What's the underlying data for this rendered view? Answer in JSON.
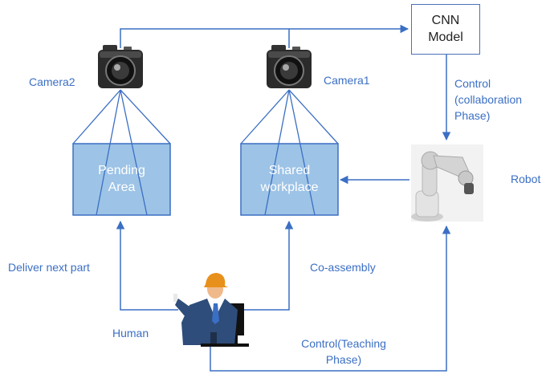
{
  "cnn_model": {
    "line1": "CNN",
    "line2": "Model"
  },
  "camera1": {
    "label": "Camera1"
  },
  "camera2": {
    "label": "Camera2"
  },
  "pending_area": {
    "line1": "Pending",
    "line2": "Area"
  },
  "shared_workplace": {
    "line1": "Shared",
    "line2": "workplace"
  },
  "robot": {
    "label": "Robot"
  },
  "human": {
    "label": "Human"
  },
  "control_collab": {
    "line1": "Control",
    "line2": "(collaboration",
    "line3": "Phase)"
  },
  "deliver_next_part": {
    "label": "Deliver next part"
  },
  "co_assembly": {
    "label": "Co-assembly"
  },
  "control_teaching": {
    "line1": "Control(Teaching",
    "line2": "Phase)"
  },
  "colors": {
    "line": "#3b6fc4",
    "box_fill": "#9dc3e6",
    "label": "#3b6fc4",
    "helmet": "#e8901c",
    "suit": "#2e4d7a"
  }
}
